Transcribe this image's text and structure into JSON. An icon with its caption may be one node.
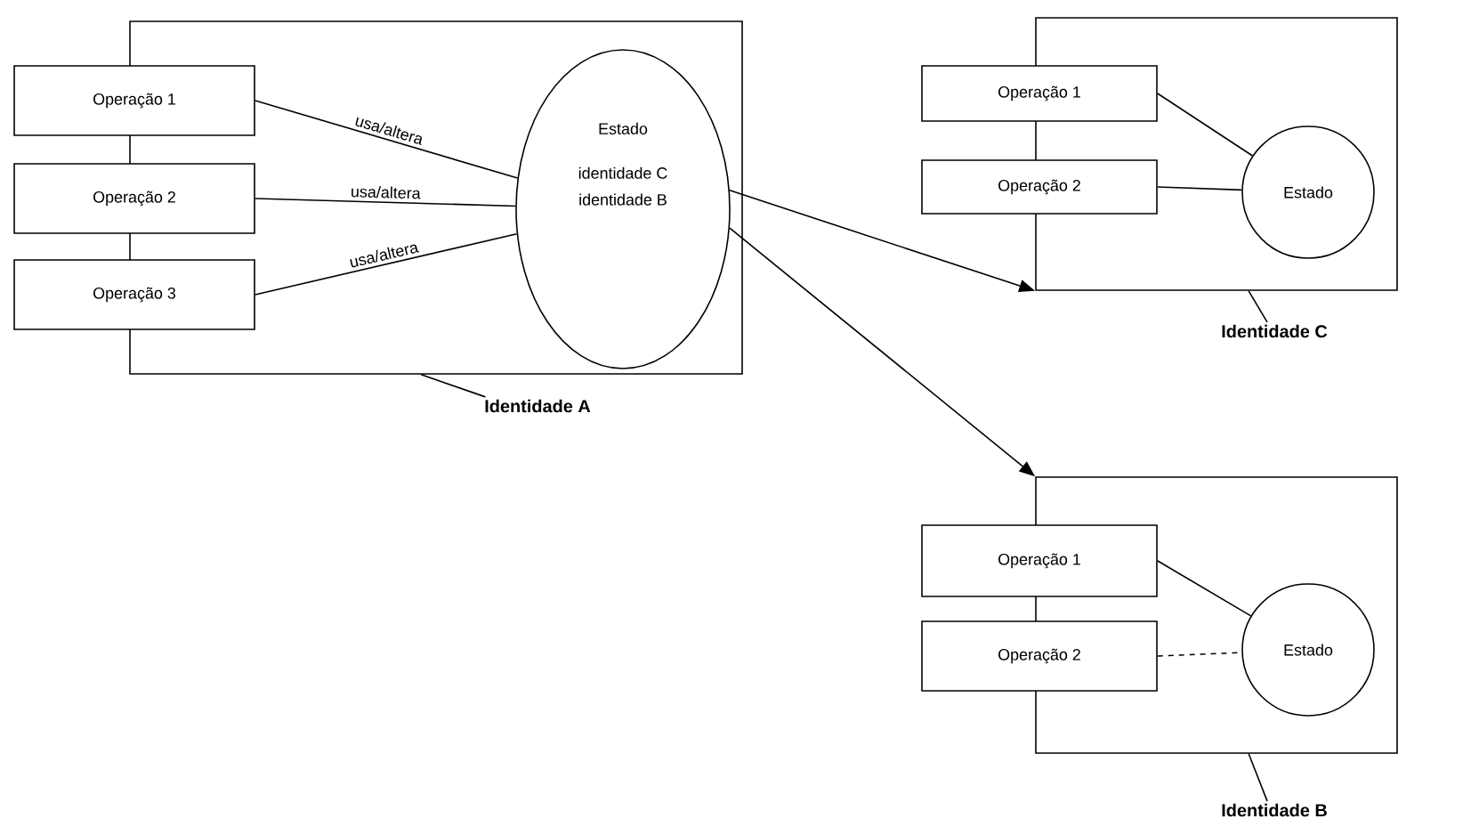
{
  "diagram": {
    "nodes": [
      {
        "text": [],
        "shape": "box"
      },
      {
        "text": [
          "Operação 1"
        ]
      },
      {
        "text": [
          "Operação 2"
        ]
      },
      {
        "text": [
          "Operação 3"
        ]
      },
      {
        "text": [
          "Estado",
          "identidade C",
          "identidade B"
        ],
        "in": 0
      },
      {
        "text": [
          "Identidade A"
        ]
      },
      {
        "text": [],
        "shape": "box"
      },
      {
        "text": [
          "Operação 1"
        ]
      },
      {
        "text": [
          "Operação 2"
        ]
      },
      {
        "text": [
          "Estado"
        ],
        "in": 6
      },
      {
        "text": [
          "Identidade C"
        ]
      },
      {
        "text": [],
        "shape": "box"
      },
      {
        "text": [
          "Operação 1"
        ]
      },
      {
        "text": [
          "Operação 2"
        ]
      },
      {
        "text": [
          "Estado"
        ],
        "in": 11
      },
      {
        "text": [
          "Identidade B"
        ]
      }
    ],
    "edges": [
      {
        "from": 1,
        "to": 4,
        "arrow": "none",
        "label": "usa/altera"
      },
      {
        "from": 2,
        "to": 4,
        "arrow": "none",
        "label": "usa/altera"
      },
      {
        "from": 3,
        "to": 4,
        "arrow": "none",
        "label": "usa/altera"
      },
      {
        "from": 4,
        "to": 6,
        "arrow": "to"
      },
      {
        "from": 4,
        "to": 11,
        "arrow": "to"
      },
      {
        "from": 5,
        "to": 0,
        "arrow": "none"
      },
      {
        "from": 7,
        "to": 9,
        "arrow": "none"
      },
      {
        "from": 8,
        "to": 9,
        "arrow": "none"
      },
      {
        "from": 10,
        "to": 6,
        "arrow": "none"
      },
      {
        "from": 12,
        "to": 14,
        "arrow": "none"
      },
      {
        "from": 13,
        "to": 14,
        "arrow": "none",
        "style": "dashed"
      },
      {
        "from": 15,
        "to": 11,
        "arrow": "none"
      }
    ]
  }
}
